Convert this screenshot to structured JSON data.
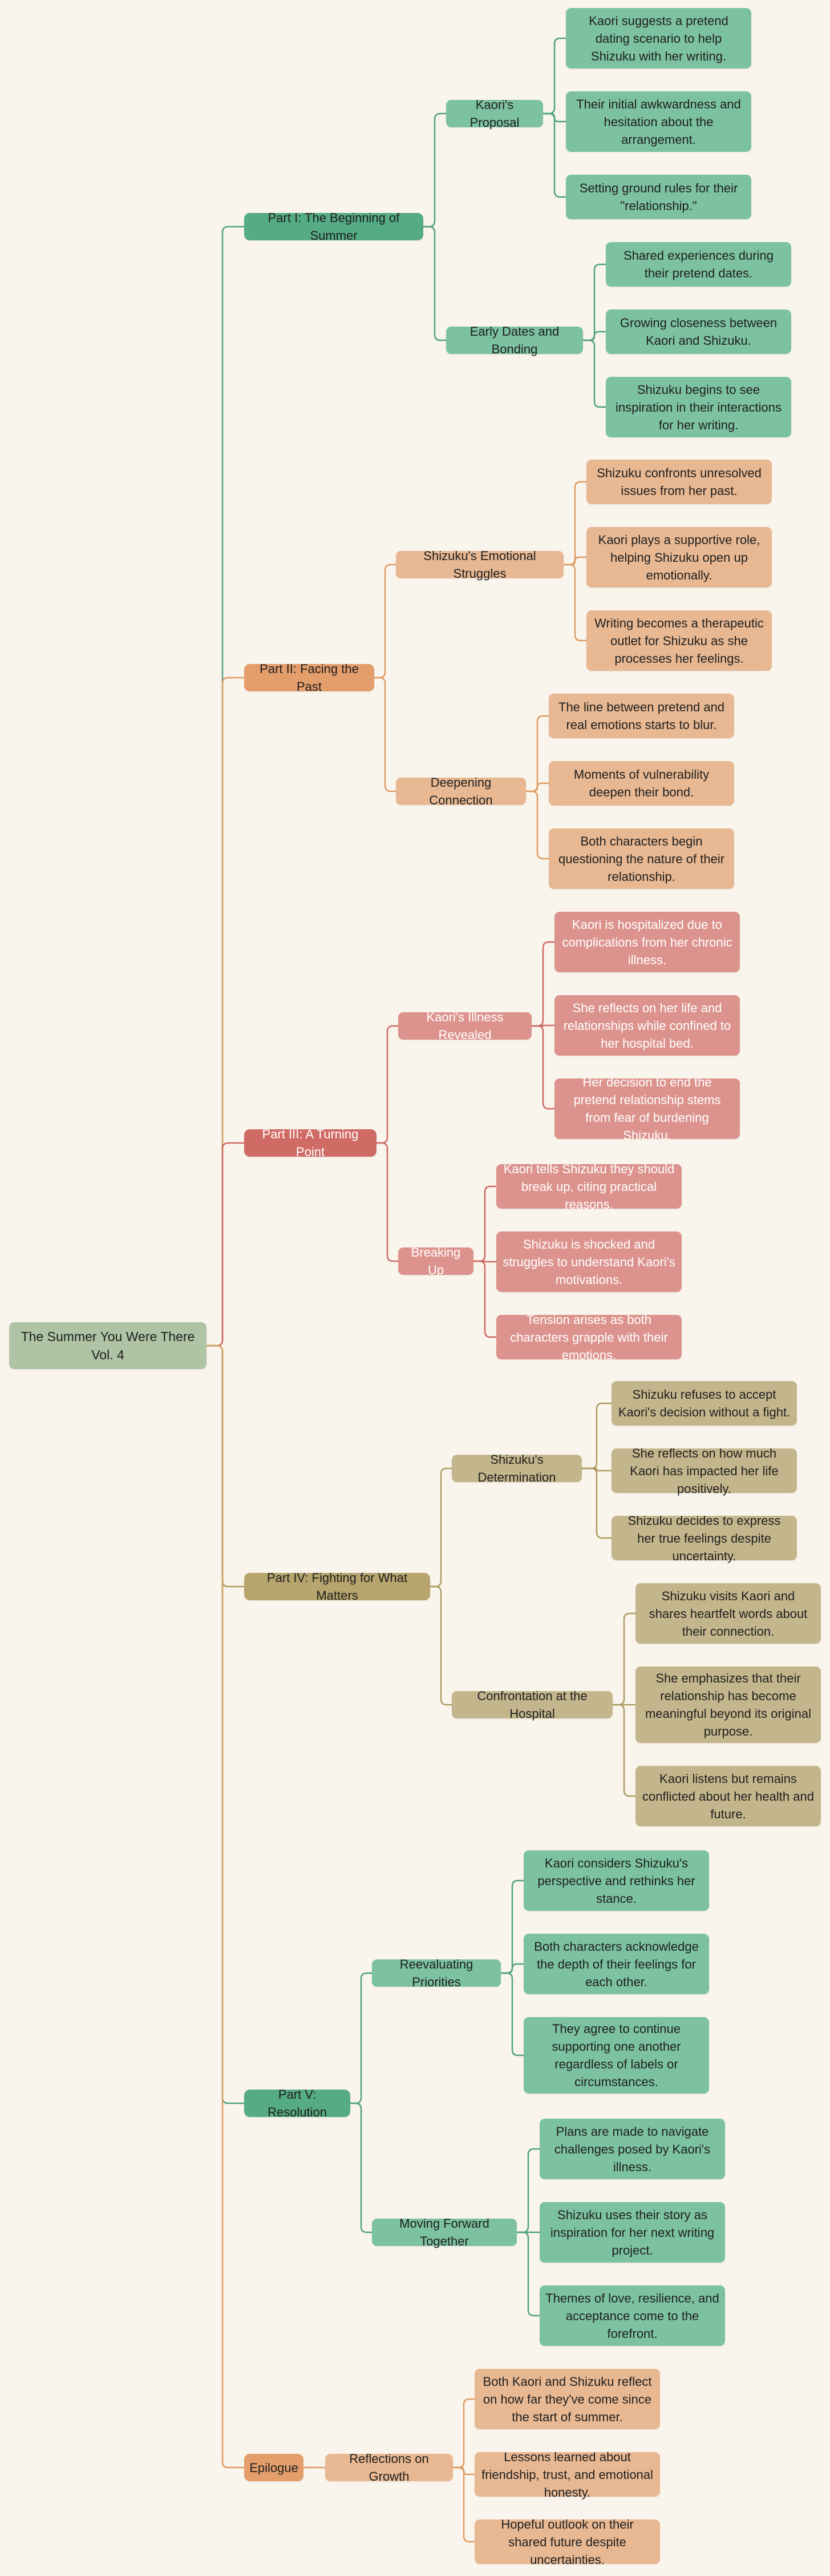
{
  "colors": {
    "background": "#faf5ec",
    "root": "#aec4a4",
    "green": "#7cc2a1",
    "green_dark": "#55ab84",
    "green_line": "#4ea37c",
    "orange": "#e8b892",
    "orange_dark": "#e49e6b",
    "orange_line": "#dd9c62",
    "red": "#dc938d",
    "red_dark": "#cf6a64",
    "red_line": "#cf6a64",
    "tan": "#c4b68c",
    "tan_dark": "#b7a56d",
    "tan_line": "#ad9b63"
  },
  "tree": {
    "label": "The Summer You Were There Vol. 4",
    "children": [
      {
        "label": "Part I: The Beginning of Summer",
        "children": [
          {
            "label": "Kaori's Proposal",
            "children": [
              {
                "label": "Kaori suggests a pretend dating scenario to help Shizuku with her writing."
              },
              {
                "label": "Their initial awkwardness and hesitation about the arrangement."
              },
              {
                "label": "Setting ground rules for their \"relationship.\""
              }
            ]
          },
          {
            "label": "Early Dates and Bonding",
            "children": [
              {
                "label": "Shared experiences during their pretend dates."
              },
              {
                "label": "Growing closeness between Kaori and Shizuku."
              },
              {
                "label": "Shizuku begins to see inspiration in their interactions for her writing."
              }
            ]
          }
        ]
      },
      {
        "label": "Part II: Facing the Past",
        "children": [
          {
            "label": "Shizuku's Emotional Struggles",
            "children": [
              {
                "label": "Shizuku confronts unresolved issues from her past."
              },
              {
                "label": "Kaori plays a supportive role, helping Shizuku open up emotionally."
              },
              {
                "label": "Writing becomes a therapeutic outlet for Shizuku as she processes her feelings."
              }
            ]
          },
          {
            "label": "Deepening Connection",
            "children": [
              {
                "label": "The line between pretend and real emotions starts to blur."
              },
              {
                "label": "Moments of vulnerability deepen their bond."
              },
              {
                "label": "Both characters begin questioning the nature of their relationship."
              }
            ]
          }
        ]
      },
      {
        "label": "Part III: A Turning Point",
        "children": [
          {
            "label": "Kaori's Illness Revealed",
            "children": [
              {
                "label": "Kaori is hospitalized due to complications from her chronic illness."
              },
              {
                "label": "She reflects on her life and relationships while confined to her hospital bed."
              },
              {
                "label": "Her decision to end the pretend relationship stems from fear of burdening Shizuku."
              }
            ]
          },
          {
            "label": "Breaking Up",
            "children": [
              {
                "label": "Kaori tells Shizuku they should break up, citing practical reasons."
              },
              {
                "label": "Shizuku is shocked and struggles to understand Kaori's motivations."
              },
              {
                "label": "Tension arises as both characters grapple with their emotions."
              }
            ]
          }
        ]
      },
      {
        "label": "Part IV: Fighting for What Matters",
        "children": [
          {
            "label": "Shizuku's Determination",
            "children": [
              {
                "label": "Shizuku refuses to accept Kaori's decision without a fight."
              },
              {
                "label": "She reflects on how much Kaori has impacted her life positively."
              },
              {
                "label": "Shizuku decides to express her true feelings despite uncertainty."
              }
            ]
          },
          {
            "label": "Confrontation at the Hospital",
            "children": [
              {
                "label": "Shizuku visits Kaori and shares heartfelt words about their connection."
              },
              {
                "label": "She emphasizes that their relationship has become meaningful beyond its original purpose."
              },
              {
                "label": "Kaori listens but remains conflicted about her health and future."
              }
            ]
          }
        ]
      },
      {
        "label": "Part V: Resolution",
        "children": [
          {
            "label": "Reevaluating Priorities",
            "children": [
              {
                "label": "Kaori considers Shizuku's perspective and rethinks her stance."
              },
              {
                "label": "Both characters acknowledge the depth of their feelings for each other."
              },
              {
                "label": "They agree to continue supporting one another regardless of labels or circumstances."
              }
            ]
          },
          {
            "label": "Moving Forward Together",
            "children": [
              {
                "label": "Plans are made to navigate challenges posed by Kaori's illness."
              },
              {
                "label": "Shizuku uses their story as inspiration for her next writing project."
              },
              {
                "label": "Themes of love, resilience, and acceptance come to the forefront."
              }
            ]
          }
        ]
      },
      {
        "label": "Epilogue",
        "children": [
          {
            "label": "Reflections on Growth",
            "children": [
              {
                "label": "Both Kaori and Shizuku reflect on how far they've come since the start of summer."
              },
              {
                "label": "Lessons learned about friendship, trust, and emotional honesty."
              },
              {
                "label": "Hopeful outlook on their shared future despite uncertainties."
              }
            ]
          }
        ]
      }
    ]
  }
}
